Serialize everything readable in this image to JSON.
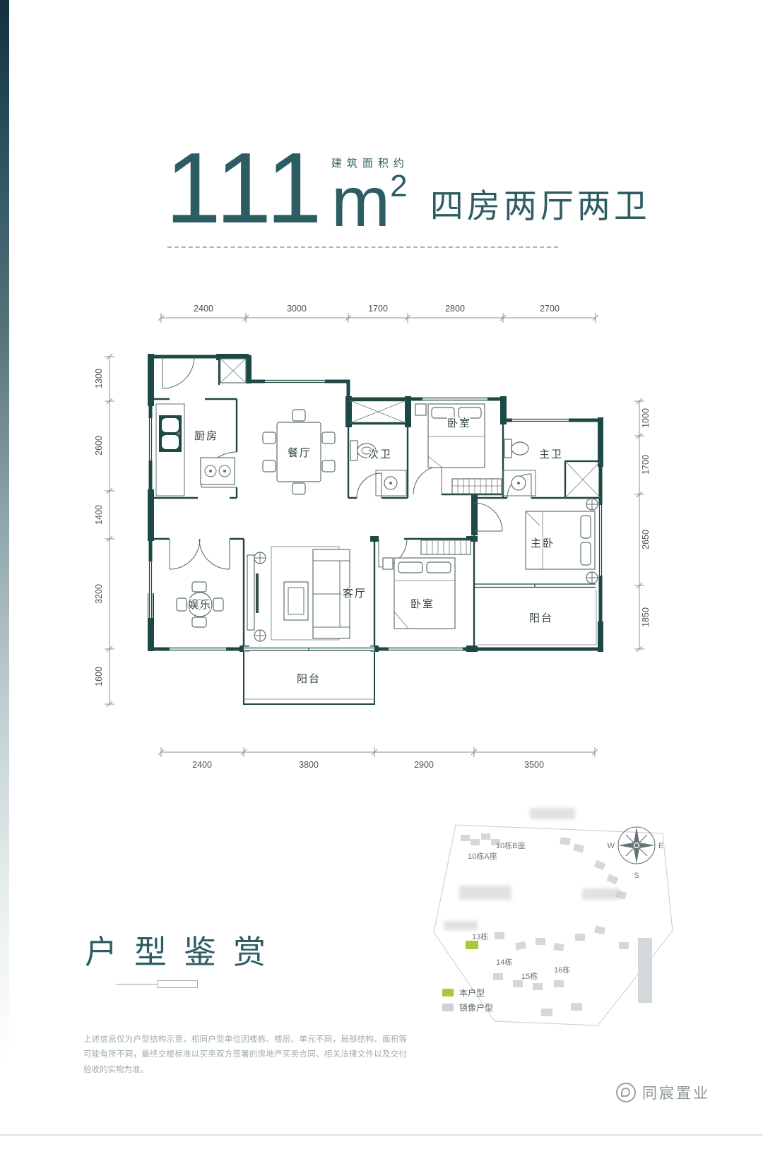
{
  "header": {
    "area_note": "建筑面积约",
    "area_value": "111",
    "area_unit": "m",
    "area_sup": "2",
    "layout_desc": "四房两厅两卫",
    "accent_color": "#2d5d62"
  },
  "floorplan": {
    "wall_color": "#1d4944",
    "dims_top": [
      "2400",
      "3000",
      "1700",
      "2800",
      "2700"
    ],
    "dims_left": [
      "1300",
      "2600",
      "1400",
      "3200",
      "1600"
    ],
    "dims_right": [
      "1000",
      "1700",
      "2650",
      "1850"
    ],
    "dims_bottom": [
      "2400",
      "3800",
      "2900",
      "3500"
    ],
    "rooms": [
      {
        "label": "厨房"
      },
      {
        "label": "餐厅"
      },
      {
        "label": "次卫"
      },
      {
        "label": "卧室"
      },
      {
        "label": "主卫"
      },
      {
        "label": "主卧"
      },
      {
        "label": "娱乐"
      },
      {
        "label": "客厅"
      },
      {
        "label": "卧室"
      },
      {
        "label": "阳台"
      },
      {
        "label": "阳台"
      }
    ]
  },
  "section": {
    "title": "户型鉴赏"
  },
  "sitemap": {
    "buildings": [
      "10栋B座",
      "10栋A座",
      "13栋",
      "14栋",
      "15栋",
      "16栋"
    ],
    "compass": {
      "w": "W",
      "e": "E",
      "s": "S"
    },
    "legend": [
      {
        "label": "本户型",
        "color": "#a9c938"
      },
      {
        "label": "镜像户型",
        "color": "#ccd1d3"
      }
    ]
  },
  "disclaimer": "上述信息仅为户型结构示意，相同户型单位因楼栋、楼层、单元不同，局部结构、面积等可能有所不同，最终交楼标准以买卖双方签署的房地产买卖合同、相关法律文件以及交付验收的实物为准。",
  "footer": {
    "brand": "同宸置业"
  }
}
